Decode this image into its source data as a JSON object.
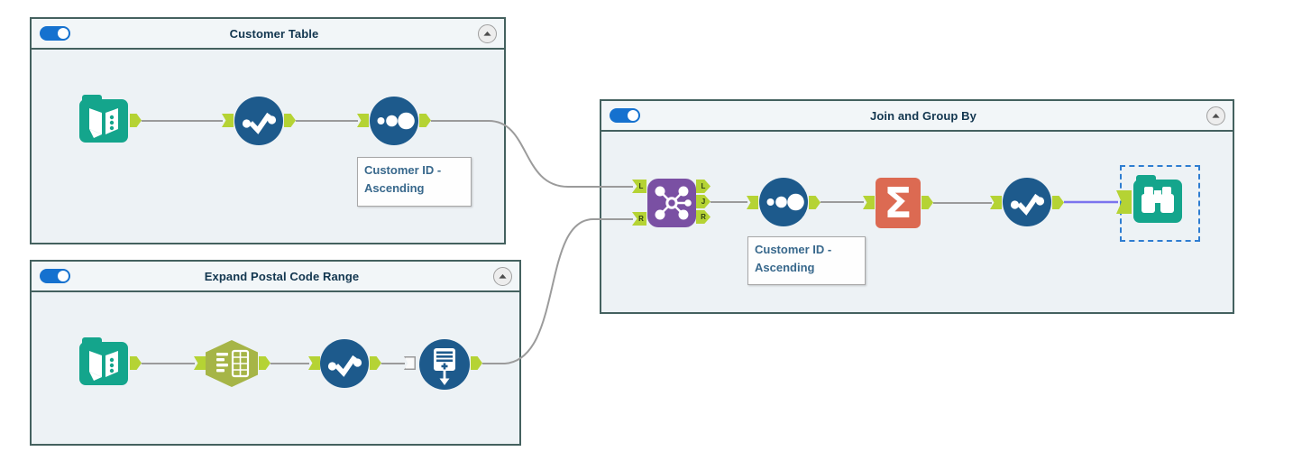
{
  "containers": [
    {
      "title": "Customer Table"
    },
    {
      "title": "Expand Postal Code Range"
    },
    {
      "title": "Join and Group By"
    }
  ],
  "annotations": [
    {
      "line1": "Customer ID -",
      "line2": "Ascending"
    },
    {
      "line1": "Customer ID -",
      "line2": "Ascending"
    }
  ],
  "join_tool": {
    "in_left": "L",
    "in_right": "R",
    "out_left": "L",
    "out_join": "J",
    "out_right": "R"
  },
  "summarize_glyph": "Σ",
  "colors": {
    "container_border": "#44615f",
    "container_bg": "#edf2f5",
    "header_bg": "#f2f6f8",
    "title_color": "#12364f",
    "toggle_on": "#1571cf",
    "anchor": "#b5d334",
    "connection": "#9b9b9b",
    "selected_connection": "#7b74ee",
    "selection_box": "#2e7dd1",
    "annotation_text": "#38688c",
    "tool_blue": "#1d5a8c",
    "tool_teal": "#14a58c",
    "tool_purple": "#7a50a3",
    "tool_orange": "#dc6a52",
    "tool_olive": "#a6b547"
  }
}
